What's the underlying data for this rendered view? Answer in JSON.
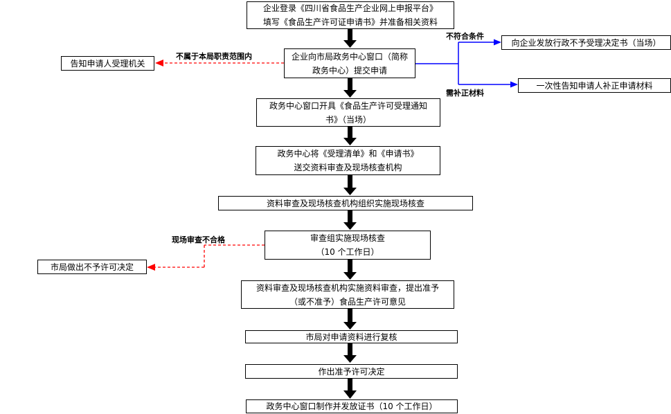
{
  "main_steps": [
    {
      "lines": [
        "企业登录《四川省食品生产企业网上申报平台》",
        "填写《食品生产许可证申请书》并准备相关资料"
      ]
    },
    {
      "lines": [
        "企业向市局政务中心窗口（简称",
        "政务中心）提交申请"
      ]
    },
    {
      "lines": [
        "政务中心窗口开具《食品生产许可受理通知",
        "书》（当场）"
      ]
    },
    {
      "lines": [
        "政务中心将《受理清单》和《申请书》",
        "送交资料审查及现场核查机构"
      ]
    },
    {
      "lines": [
        "资料审查及现场核查机构组织实施现场核查"
      ]
    },
    {
      "lines": [
        "审查组实施现场核查",
        "（10 个工作日）"
      ]
    },
    {
      "lines": [
        "资料审查及现场核查机构实施资料审查，提出准予",
        "（或不准予）食品生产许可意见"
      ]
    },
    {
      "lines": [
        "市局对申请资料进行复核"
      ]
    },
    {
      "lines": [
        "作出准予许可决定"
      ]
    },
    {
      "lines": [
        "政务中心窗口制作并发放证书（10 个工作日）"
      ]
    }
  ],
  "side_boxes": {
    "inform_agency": "告知申请人受理机关",
    "not_accept": "向企业发放行政不予受理决定书（当场）",
    "supplement": "一次性告知申请人补正申请材料",
    "no_permit": "市局做出不予许可决定"
  },
  "branch_labels": {
    "not_in_scope": "不属于本局职责范围内",
    "not_compliant": "不符合条件",
    "need_supplement": "需补正材料",
    "onsite_failed": "现场审查不合格"
  },
  "colors": {
    "main_arrow": "#000000",
    "red_dashed": "#ff0000",
    "blue_branch": "#0000ff"
  }
}
